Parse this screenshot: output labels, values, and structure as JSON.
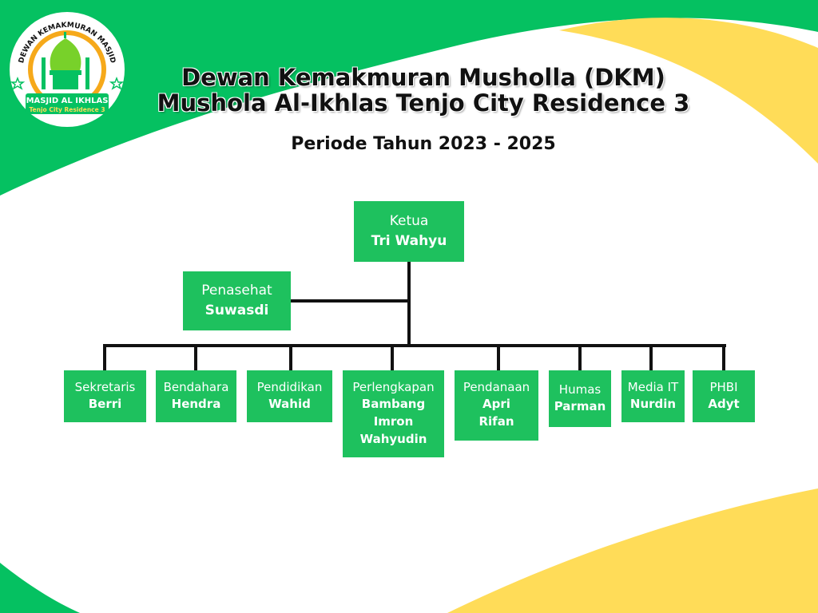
{
  "colors": {
    "green": "#05c161",
    "yellow": "#ffdc58",
    "node": "#1ec15e"
  },
  "logo": {
    "ring_text": "DEWAN KEMAKMURAN MASJID",
    "name": "MASJID AL IKHLAS",
    "subtitle": "Tenjo City Residence 3",
    "icon": "mosque-dome-icon"
  },
  "title_line1": "Dewan Kemakmuran Musholla (DKM)",
  "title_line2": "Mushola Al-Ikhlas Tenjo City Residence 3",
  "period": "Periode Tahun 2023 - 2025",
  "chair": {
    "role": "Ketua",
    "names": "Tri Wahyu"
  },
  "advisor": {
    "role": "Penasehat",
    "names": "Suwasdi"
  },
  "divisions": [
    {
      "role": "Sekretaris",
      "names": "Berri"
    },
    {
      "role": "Bendahara",
      "names": "Hendra"
    },
    {
      "role": "Pendidikan",
      "names": "Wahid"
    },
    {
      "role": "Perlengkapan",
      "names": "Bambang Imron Wahyudin"
    },
    {
      "role": "Pendanaan",
      "names": "Apri Rifan"
    },
    {
      "role": "Humas",
      "names": "Parman"
    },
    {
      "role": "Media IT",
      "names": "Nurdin"
    },
    {
      "role": "PHBI",
      "names": "Adyt"
    }
  ]
}
